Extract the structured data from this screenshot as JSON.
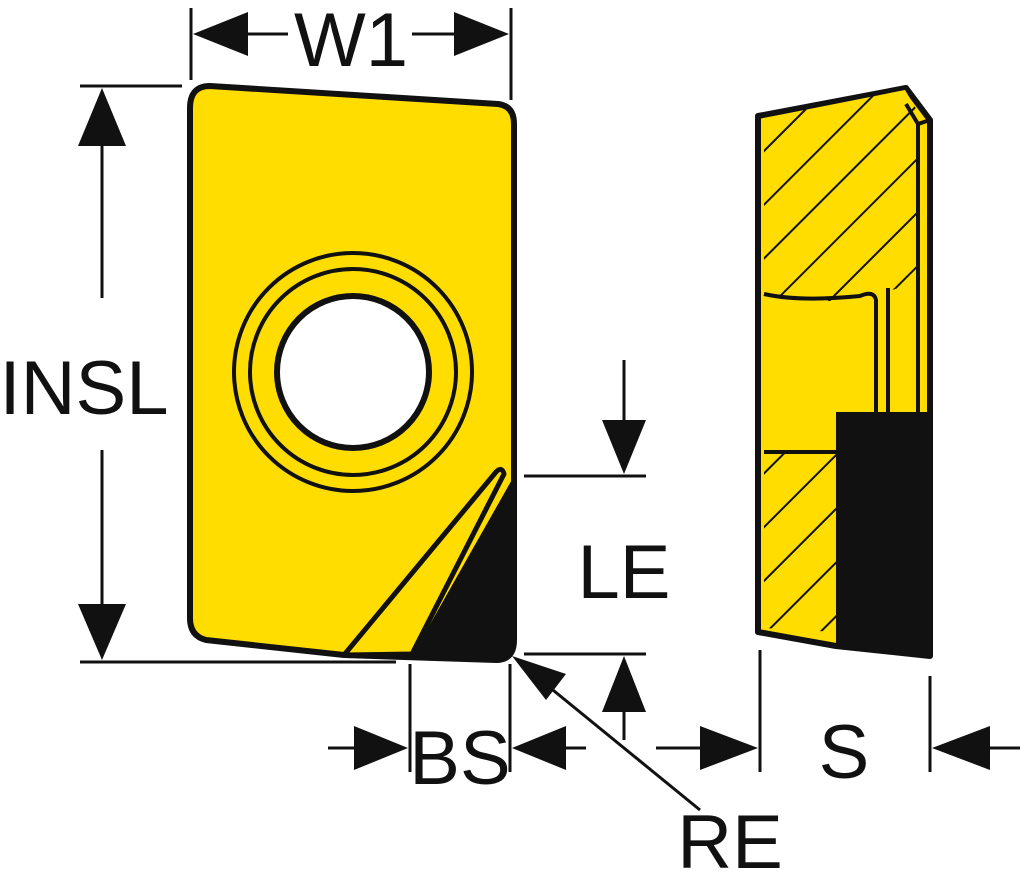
{
  "colors": {
    "insert_fill": "#ffdd00",
    "outline": "#111111",
    "background": "#ffffff"
  },
  "labels": {
    "w1": "W1",
    "insl": "INSL",
    "le": "LE",
    "bs": "BS",
    "re": "RE",
    "s": "S"
  }
}
